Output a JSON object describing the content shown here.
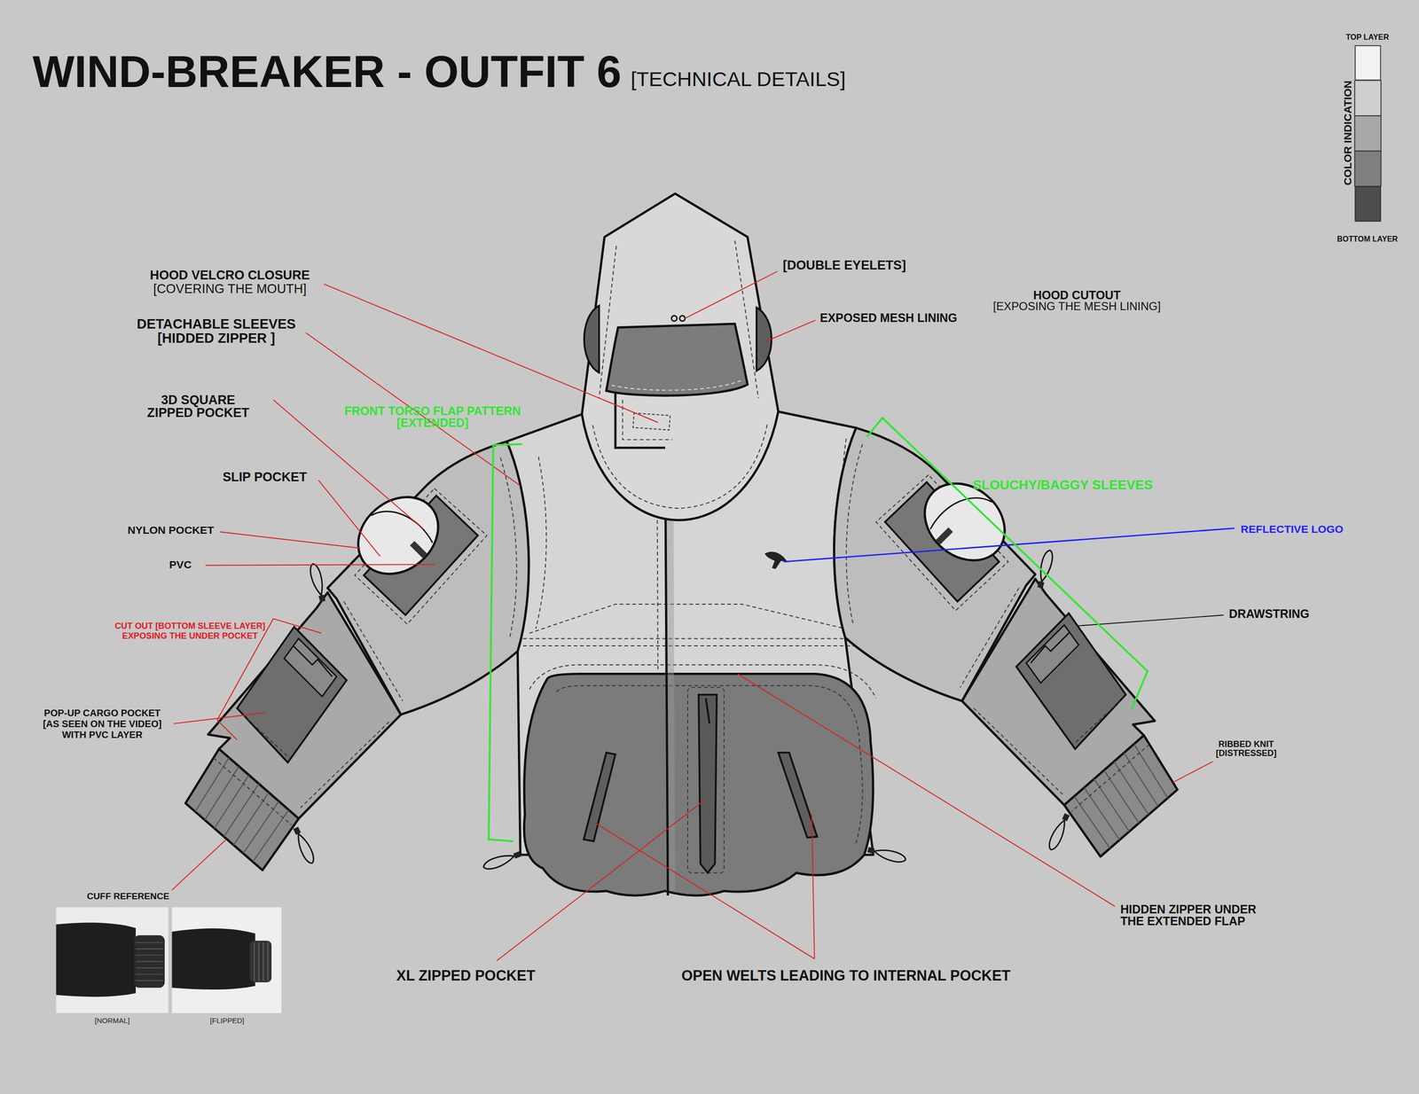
{
  "diagram": {
    "title": "WIND-BREAKER - OUTFIT 6",
    "labels": [
      "[TECHNICAL DETAILS]",
      "HOOD VELCRO CLOSURE",
      "[COVERING THE MOUTH]",
      "DETACHABLE SLEEVES [HIDDED ZIPPER ]",
      "3D SQUARE ZIPPED POCKET",
      "SLIP POCKET",
      "NYLON POCKET",
      "PVC",
      "CUT OUT [BOTTOM SLEEVE LAYER] EXPOSING THE UNDER POCKET",
      "POP-UP CARGO POCKET [AS SEEN ON THE VIDEO] WITH PVC LAYER",
      "CUFF REFERENCE",
      "[NORMAL]",
      "[FLIPPED]",
      "FRONT TORSO FLAP PATTERN [EXTENDED]",
      "[DOUBLE EYELETS]",
      "EXPOSED MESH LINING",
      "HOOD CUTOUT",
      "[EXPOSING THE MESH LINING]",
      "SLOUCHY/BAGGY SLEEVES",
      "REFLECTIVE LOGO",
      "DRAWSTRING",
      "RIBBED KNIT [DISTRESSED]",
      "HIDDEN ZIPPER UNDER THE EXTENDED FLAP",
      "XL ZIPPED POCKET",
      "OPEN WELTS LEADING TO INTERNAL POCKET",
      "COLOR INDICATION"
    ],
    "legend": [
      {
        "text": "TOP LAYER",
        "color": "#f2f2f2"
      },
      {
        "text": "BOTTOM LAYER",
        "color": "#4d4d4d"
      }
    ]
  }
}
